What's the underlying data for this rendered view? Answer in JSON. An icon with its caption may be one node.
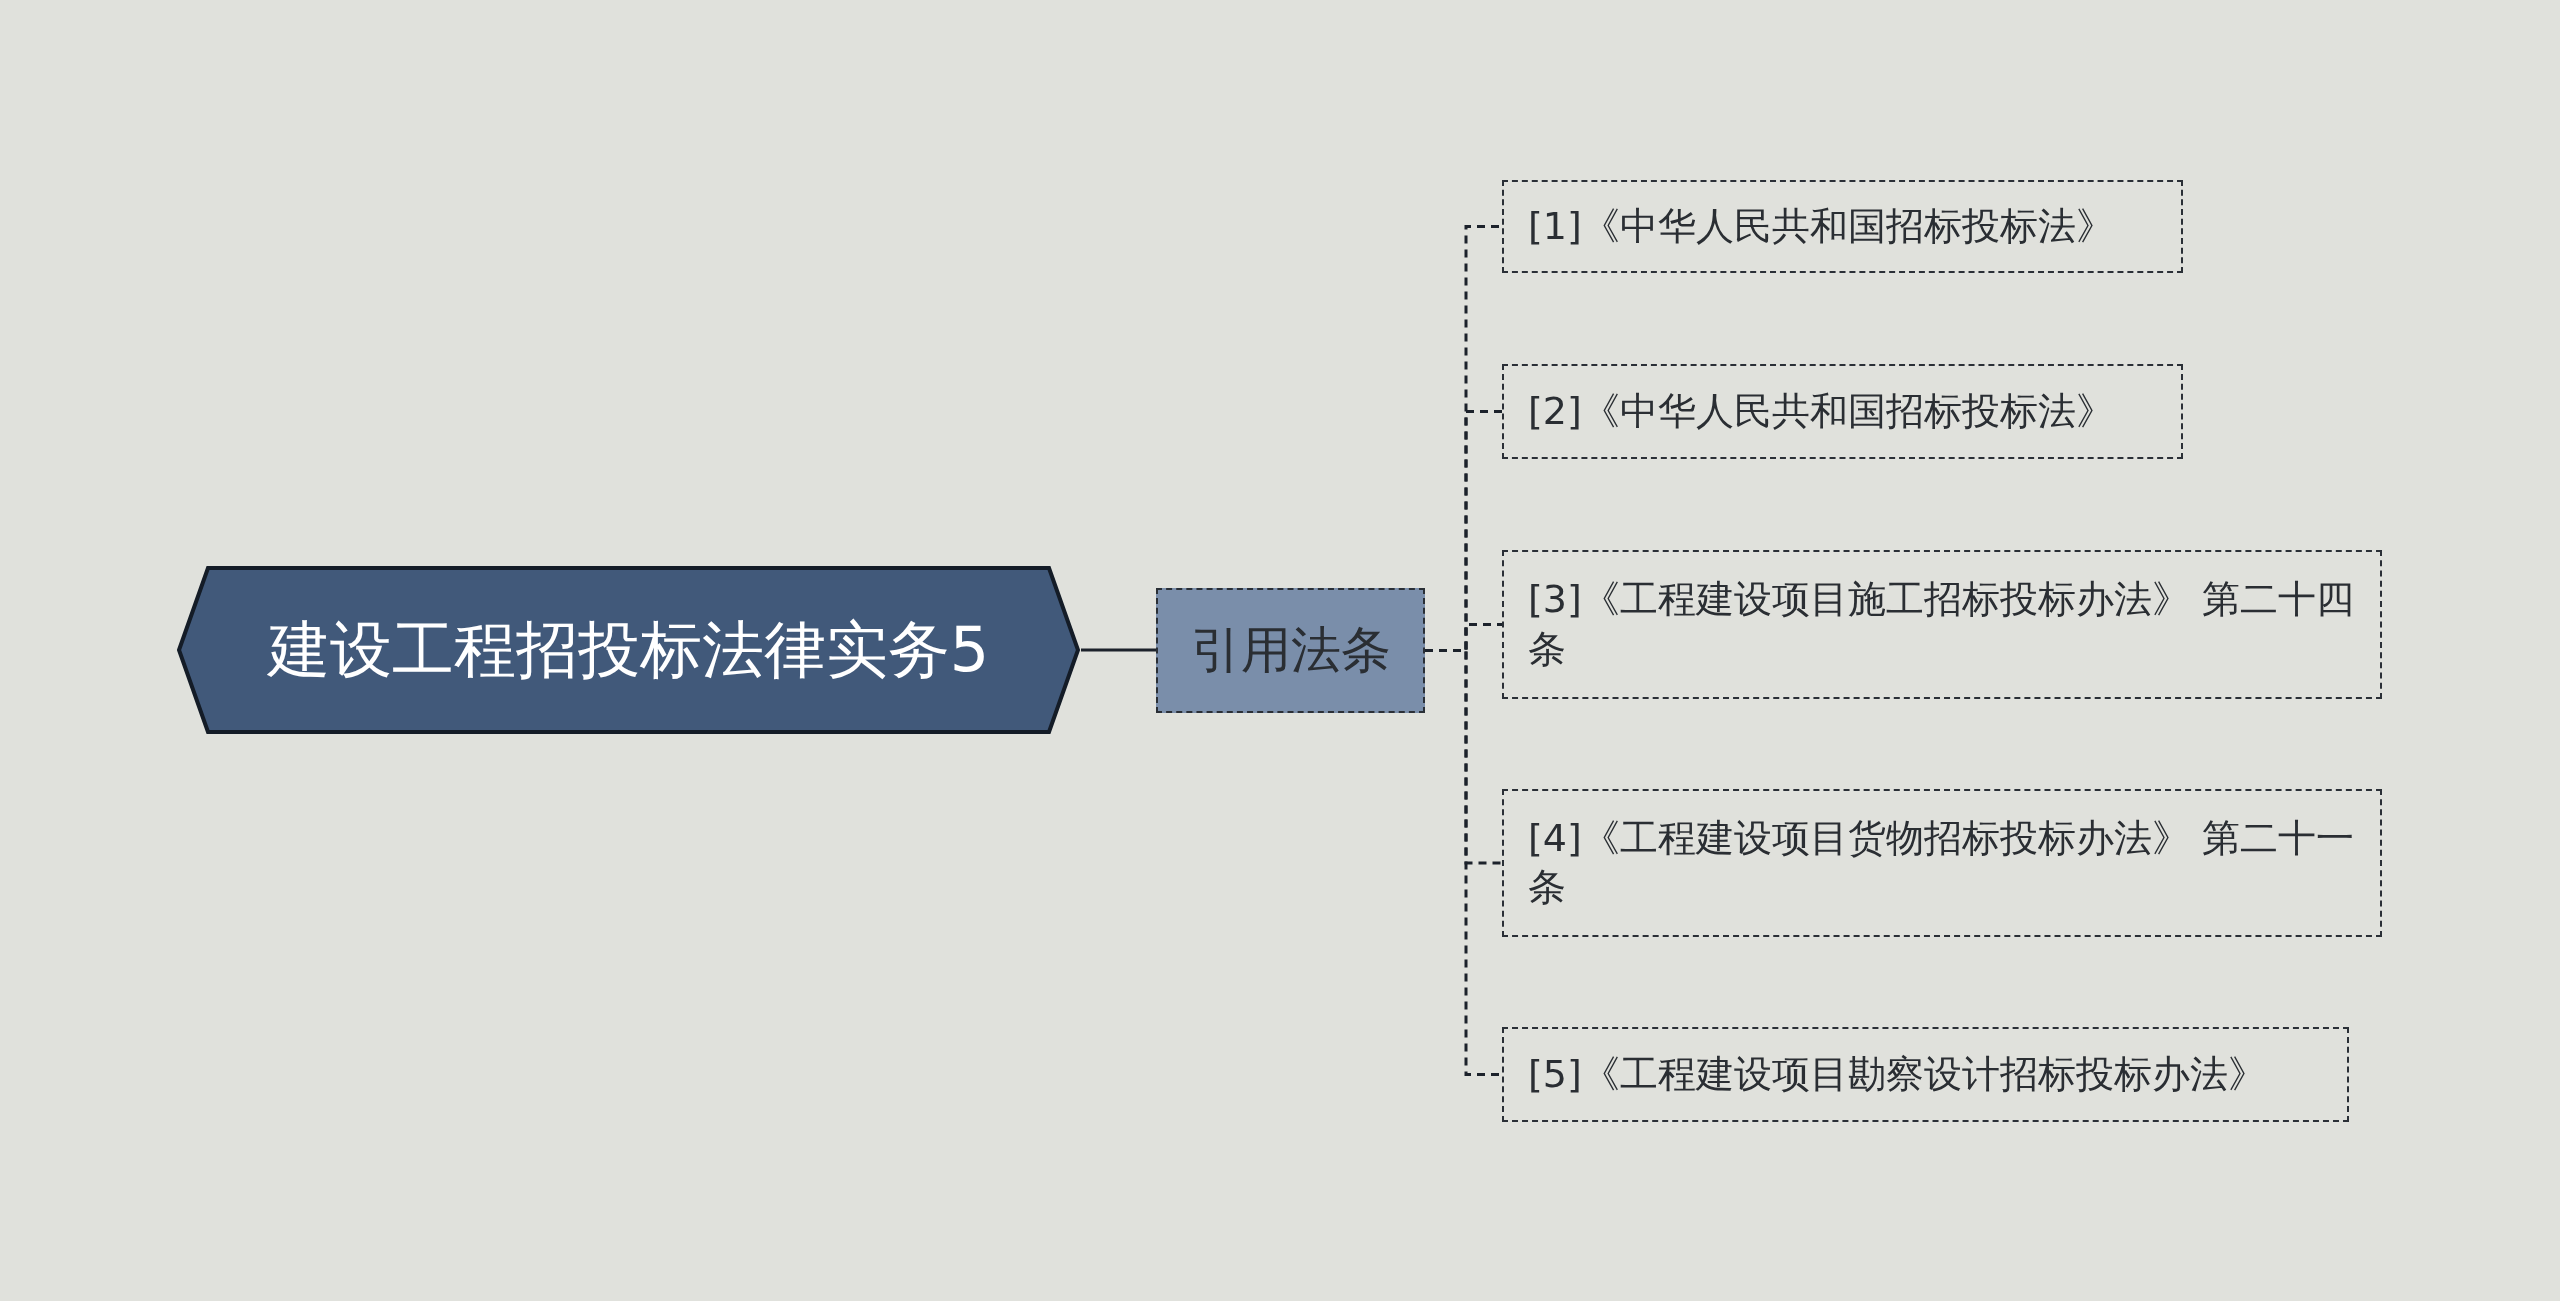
{
  "diagram": {
    "nodes": [
      {
        "text": [
          "建设工程招投标法律实务5"
        ]
      },
      {
        "text": [
          "引用法条"
        ]
      },
      {
        "text": [
          "[1]《中华人民共和国招标投标法》"
        ]
      },
      {
        "text": [
          "[2]《中华人民共和国招标投标法》"
        ]
      },
      {
        "text": [
          "[3]《工程建设项目施工招标投标办法》 第二十四条"
        ]
      },
      {
        "text": [
          "[4]《工程建设项目货物招标投标办法》 第二十一条"
        ]
      },
      {
        "text": [
          "[5]《工程建设项目勘察设计招标投标办法》"
        ]
      }
    ],
    "edges": [
      {
        "from": 0,
        "to": 1,
        "arrow": "none"
      },
      {
        "from": 1,
        "to": 2,
        "arrow": "none",
        "style": "dashed"
      },
      {
        "from": 1,
        "to": 3,
        "arrow": "none",
        "style": "dashed"
      },
      {
        "from": 1,
        "to": 4,
        "arrow": "none",
        "style": "dashed"
      },
      {
        "from": 1,
        "to": 5,
        "arrow": "none",
        "style": "dashed"
      },
      {
        "from": 1,
        "to": 6,
        "arrow": "none",
        "style": "dashed"
      }
    ]
  }
}
